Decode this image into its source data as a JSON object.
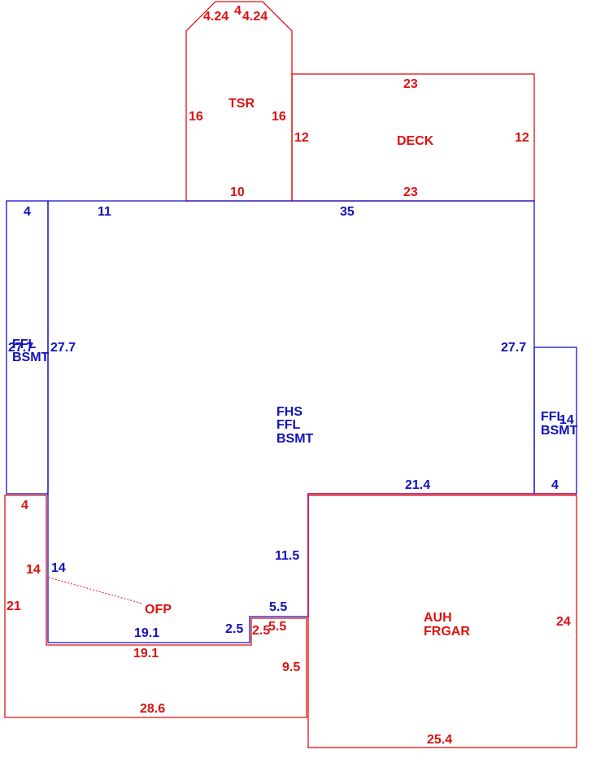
{
  "colors": {
    "red": "#dd1111",
    "blue": "#1111bb"
  },
  "tsr": {
    "name": "TSR",
    "top_left": "4.24",
    "top": "4",
    "top_right": "4.24",
    "left": "16",
    "right": "16",
    "bottom": "10"
  },
  "deck": {
    "name": "DECK",
    "top": "23",
    "left": "12",
    "right": "12",
    "bottom": "23"
  },
  "main": {
    "name_1": "FHS",
    "name_2": "FFL",
    "name_3": "BSMT",
    "top_a": "11",
    "top_b": "35",
    "left": "27.7",
    "right": "27.7",
    "bottom_right": "21.4",
    "inner_vertical": "11.5",
    "step_top": "5.5",
    "step_side": "2.5",
    "bottom_left": "19.1",
    "left_lower": "14"
  },
  "left_bsmt": {
    "name_1": "FFL",
    "name_2": "BSMT",
    "top": "4",
    "side": "27.7"
  },
  "right_bsmt": {
    "name_1": "FFL",
    "name_2": "BSMT",
    "bottom": "4",
    "side": "14"
  },
  "ofp": {
    "name": "OFP",
    "top": "4",
    "left": "21",
    "side": "14",
    "inner_bottom": "19.1",
    "step_side": "2.5",
    "step_top": "5.5",
    "right": "9.5",
    "bottom": "28.6"
  },
  "garage": {
    "name_1": "AUH",
    "name_2": "FRGAR",
    "right": "24",
    "bottom": "25.4"
  }
}
